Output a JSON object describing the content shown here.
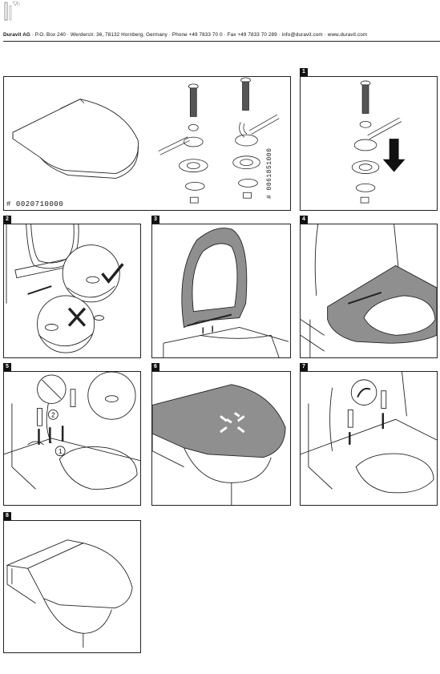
{
  "header": {
    "company": "Duravit AG",
    "address": " · P.O. Box 240 · Werderstr. 36, 78132 Hornberg, Germany · Phone +49 7833 70 0 · Fax +49 7833 70 289 · info@duravit.com · www.duravit.com"
  },
  "overview": {
    "seat_code": "# 0020710000",
    "fitting_code": "# 0061851000"
  },
  "steps": [
    "1",
    "2",
    "3",
    "4",
    "5",
    "6",
    "7",
    "8"
  ],
  "step5_labels": {
    "first": "1",
    "second": "2"
  },
  "colors": {
    "seat_grey": "#8f8f8f",
    "line": "#222222"
  }
}
